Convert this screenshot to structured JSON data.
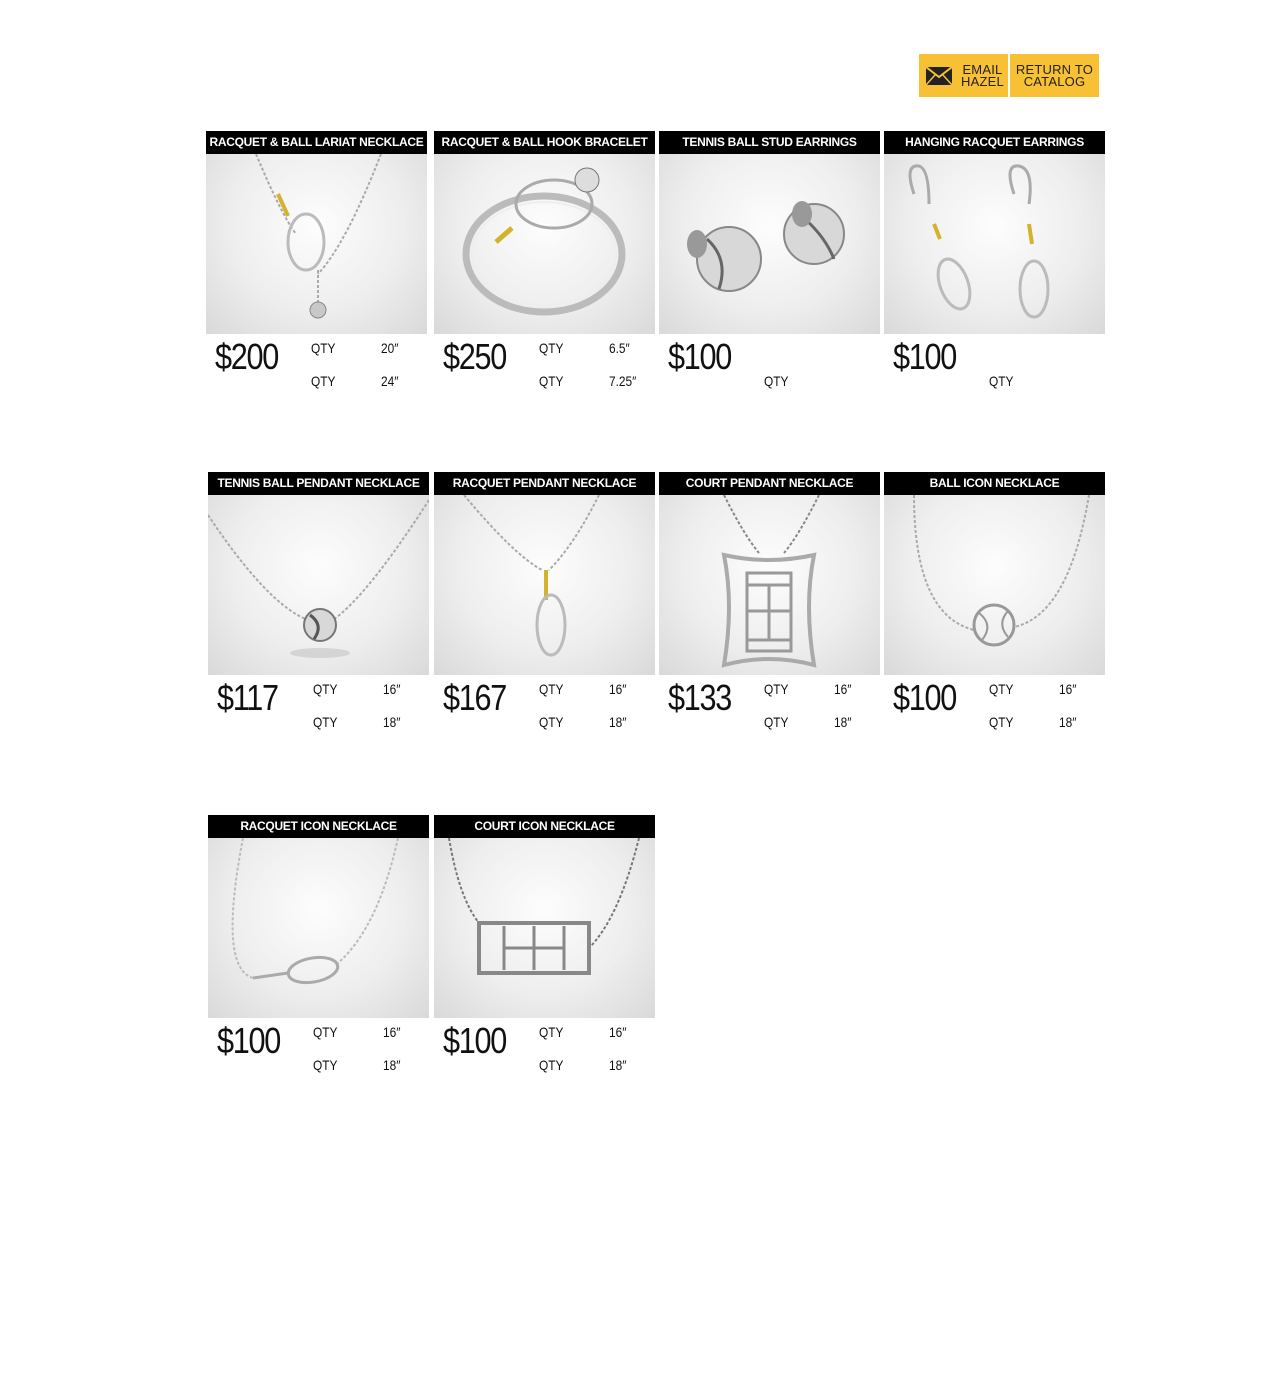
{
  "header": {
    "email_line1": "EMAIL",
    "email_line2": "HAZEL",
    "return_line1": "RETURN TO",
    "return_line2": "CATALOG",
    "accent_color": "#f8c034"
  },
  "products": [
    {
      "title": "RACQUET & BALL LARIAT NECKLACE",
      "price": "$200",
      "qty1": "QTY",
      "size1": "20″",
      "qty2": "QTY",
      "size2": "24″"
    },
    {
      "title": "RACQUET &  BALL HOOK BRACELET",
      "price": "$250",
      "qty1": "QTY",
      "size1": "6.5″",
      "qty2": "QTY",
      "size2": "7.25″"
    },
    {
      "title": "TENNIS BALL STUD EARRINGS",
      "price": "$100",
      "qty1": "",
      "size1": "",
      "qty2": "QTY",
      "size2": ""
    },
    {
      "title": "HANGING RACQUET EARRINGS",
      "price": "$100",
      "qty1": "",
      "size1": "",
      "qty2": "QTY",
      "size2": ""
    },
    {
      "title": "TENNIS BALL PENDANT NECKLACE",
      "price": "$117",
      "qty1": "QTY",
      "size1": "16″",
      "qty2": "QTY",
      "size2": "18″"
    },
    {
      "title": "RACQUET PENDANT NECKLACE",
      "price": "$167",
      "qty1": "QTY",
      "size1": "16″",
      "qty2": "QTY",
      "size2": "18″"
    },
    {
      "title": "COURT PENDANT NECKLACE",
      "price": "$133",
      "qty1": "QTY",
      "size1": "16″",
      "qty2": "QTY",
      "size2": "18″"
    },
    {
      "title": "BALL ICON NECKLACE",
      "price": "$100",
      "qty1": "QTY",
      "size1": "16″",
      "qty2": "QTY",
      "size2": "18″"
    },
    {
      "title": "RACQUET ICON NECKLACE",
      "price": "$100",
      "qty1": "QTY",
      "size1": "16″",
      "qty2": "QTY",
      "size2": "18″"
    },
    {
      "title": "COURT ICON NECKLACE",
      "price": "$100",
      "qty1": "QTY",
      "size1": "16″",
      "qty2": "QTY",
      "size2": "18″"
    }
  ]
}
